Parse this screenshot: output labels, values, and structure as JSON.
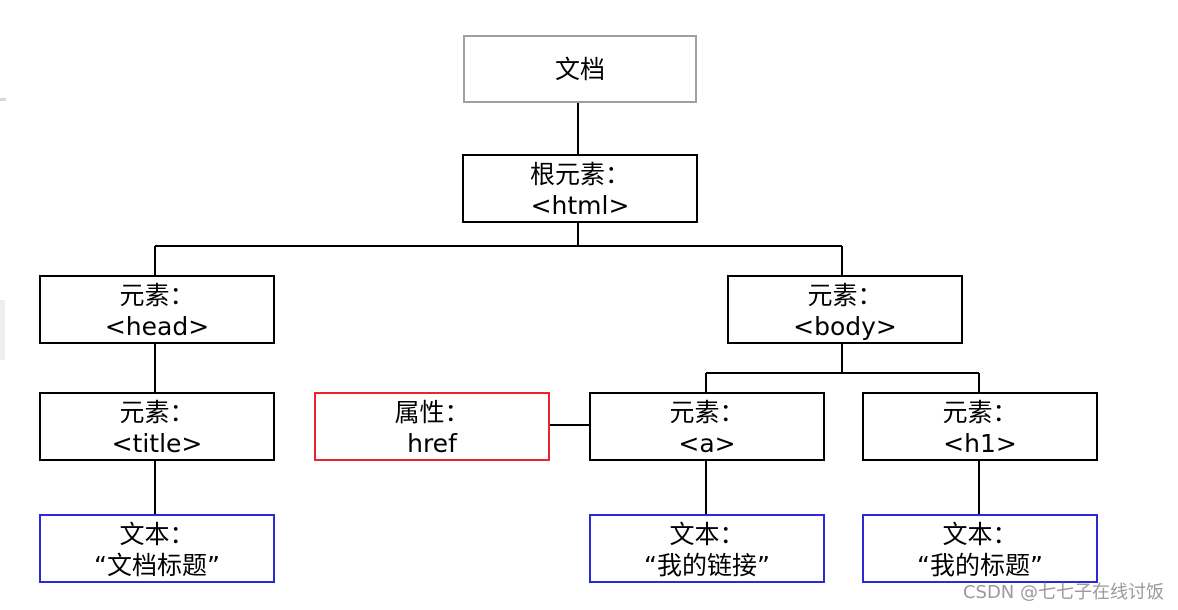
{
  "diagram": {
    "nodes": {
      "document": {
        "line1": "文档",
        "line2": "",
        "border": "#a0a0a0"
      },
      "html": {
        "line1": "根元素：",
        "line2": "<html>",
        "border": "#000000"
      },
      "head": {
        "line1": "元素：",
        "line2": "<head>",
        "border": "#000000"
      },
      "body": {
        "line1": "元素：",
        "line2": "<body>",
        "border": "#000000"
      },
      "title": {
        "line1": "元素：",
        "line2": "<title>",
        "border": "#000000"
      },
      "href": {
        "line1": "属性：",
        "line2": "href",
        "border": "#e8262b"
      },
      "a": {
        "line1": "元素：",
        "line2": "<a>",
        "border": "#000000"
      },
      "h1": {
        "line1": "元素：",
        "line2": "<h1>",
        "border": "#000000"
      },
      "text_title": {
        "line1": "文本：",
        "line2": "“文档标题”",
        "border": "#2b2bd6"
      },
      "text_a": {
        "line1": "文本：",
        "line2": "“我的链接”",
        "border": "#2b2bd6"
      },
      "text_h1": {
        "line1": "文本：",
        "line2": "“我的标题”",
        "border": "#2b2bd6"
      }
    }
  },
  "watermark": "CSDN @七七子在线讨饭"
}
